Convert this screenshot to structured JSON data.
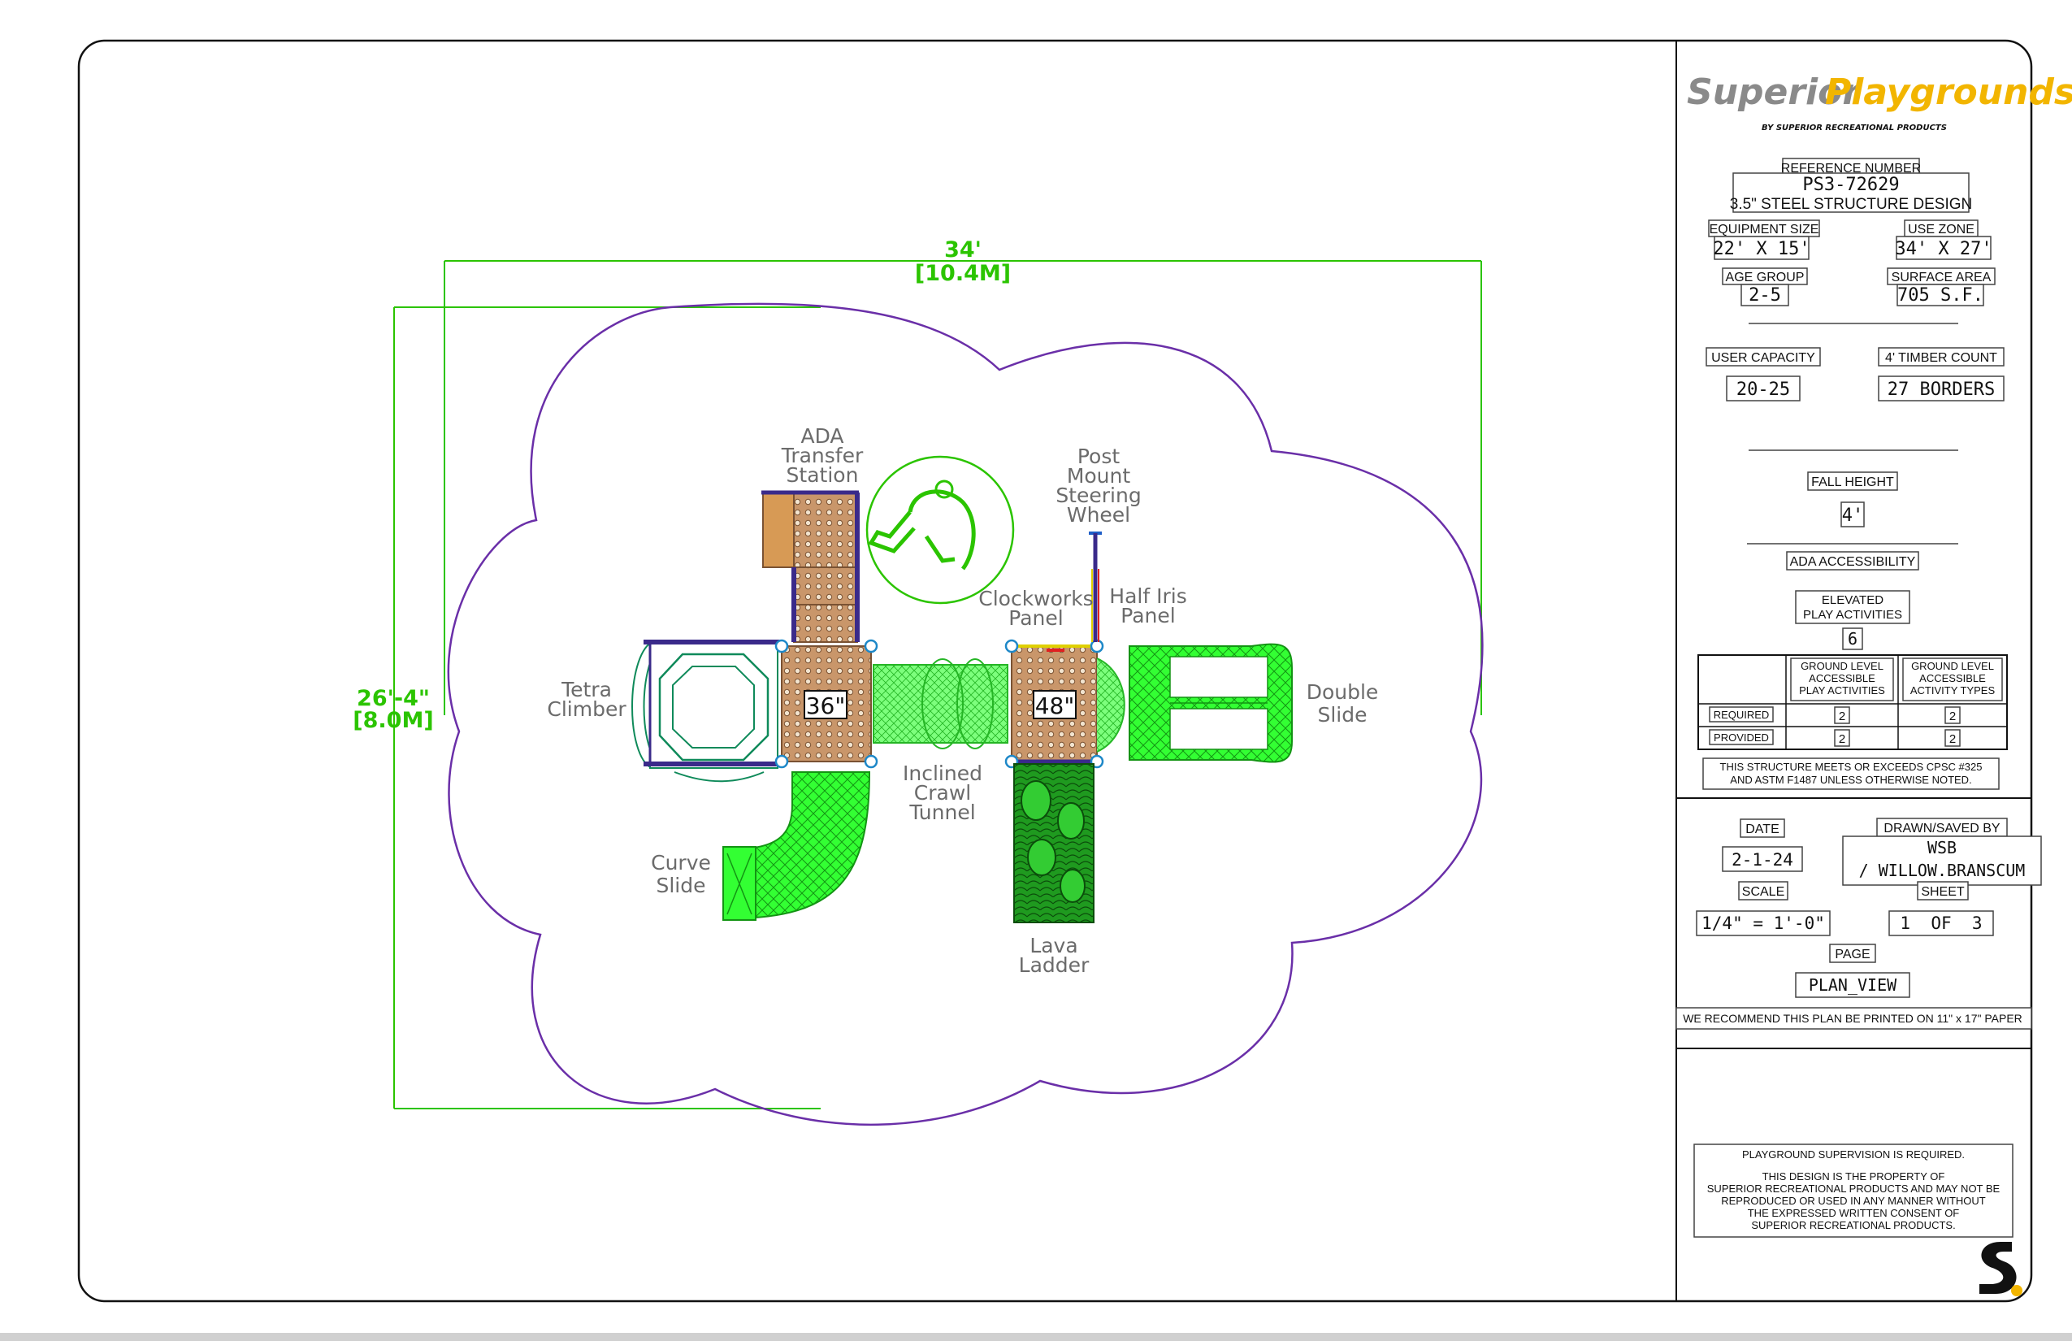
{
  "plan": {
    "dim_width_ft": "34'",
    "dim_width_m": "[10.4M]",
    "dim_height_ft": "26'-4\"",
    "dim_height_m": "[8.0M]",
    "labels": {
      "ada_transfer": [
        "ADA",
        "Transfer",
        "Station"
      ],
      "post_mount": [
        "Post",
        "Mount",
        "Steering",
        "Wheel"
      ],
      "clockworks": [
        "Clockworks",
        "Panel"
      ],
      "half_iris": [
        "Half Iris",
        "Panel"
      ],
      "tetra": [
        "Tetra",
        "Climber"
      ],
      "double_slide": [
        "Double",
        "Slide"
      ],
      "inclined_tunnel": [
        "Inclined",
        "Crawl",
        "Tunnel"
      ],
      "curve_slide": [
        "Curve",
        "Slide"
      ],
      "lava_ladder": [
        "Lava",
        "Ladder"
      ]
    },
    "deck_a": "36\"",
    "deck_b": "48\"",
    "colors": {
      "use_zone": "#6a2fa8",
      "dimension": "#2bc400",
      "slide": "#33ff33",
      "lava": "#178f17",
      "deck": "#b9865a",
      "post": "#3a2a8a"
    }
  },
  "title_block": {
    "logo_main": "Superior",
    "logo_accent": "Playgrounds",
    "logo_sub": "BY SUPERIOR RECREATIONAL PRODUCTS",
    "reference_number_label": "REFERENCE NUMBER",
    "reference_number": "PS3-72629",
    "structure_design": "3.5\" STEEL STRUCTURE DESIGN",
    "equipment_size_label": "EQUIPMENT SIZE",
    "equipment_size": "22' X 15'",
    "use_zone_label": "USE ZONE",
    "use_zone": "34' X 27'",
    "age_group_label": "AGE GROUP",
    "age_group": "2-5",
    "surface_area_label": "SURFACE AREA",
    "surface_area": "705 S.F.",
    "user_capacity_label": "USER CAPACITY",
    "user_capacity": "20-25",
    "timber_count_label": "4' TIMBER COUNT",
    "timber_count": "27 BORDERS",
    "fall_height_label": "FALL HEIGHT",
    "fall_height": "4'",
    "ada_accessibility": "ADA ACCESSIBILITY",
    "elevated_label_1": "ELEVATED",
    "elevated_label_2": "PLAY ACTIVITIES",
    "elevated_value": "6",
    "table": {
      "col1": [
        "GROUND LEVEL",
        "ACCESSIBLE",
        "PLAY ACTIVITIES"
      ],
      "col2": [
        "GROUND LEVEL",
        "ACCESSIBLE",
        "ACTIVITY TYPES"
      ],
      "rows": [
        {
          "label": "REQUIRED",
          "a": "2",
          "b": "2"
        },
        {
          "label": "PROVIDED",
          "a": "2",
          "b": "2"
        }
      ]
    },
    "cpsc_1": "THIS STRUCTURE MEETS OR EXCEEDS CPSC #325",
    "cpsc_2": "AND ASTM F1487 UNLESS OTHERWISE NOTED.",
    "date_label": "DATE",
    "date": "2-1-24",
    "drawn_label": "DRAWN/SAVED BY",
    "drawn_1": "WSB",
    "drawn_2": "/ WILLOW.BRANSCUM",
    "scale_label": "SCALE",
    "scale": "1/4\" = 1'-0\"",
    "sheet_label": "SHEET",
    "sheet": "1  OF  3",
    "page_label": "PAGE",
    "page": "PLAN_VIEW",
    "recommend": "WE RECOMMEND THIS PLAN BE PRINTED ON 11\" x 17\" PAPER",
    "notice": [
      "PLAYGROUND SUPERVISION IS REQUIRED.",
      "THIS DESIGN IS THE PROPERTY OF",
      "SUPERIOR RECREATIONAL PRODUCTS AND MAY NOT BE",
      "REPRODUCED OR USED IN ANY MANNER WITHOUT",
      "THE EXPRESSED WRITTEN CONSENT OF",
      "SUPERIOR RECREATIONAL PRODUCTS."
    ]
  }
}
